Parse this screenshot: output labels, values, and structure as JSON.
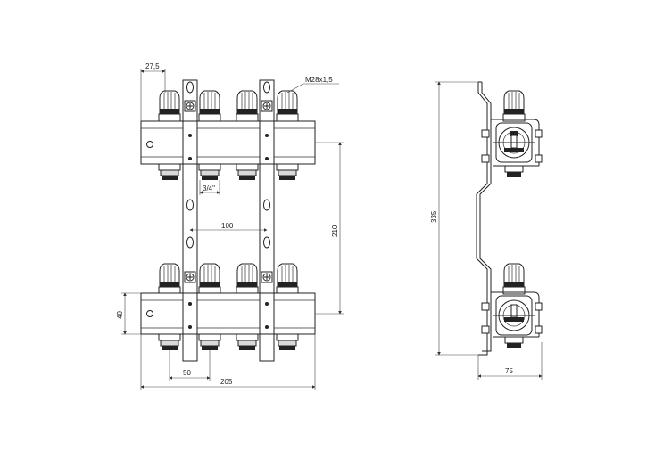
{
  "front_view": {
    "dim_offset": "27,5",
    "dim_thread": "M28x1,5",
    "dim_outlet_thread": "3/4\"",
    "dim_bracket_spacing": "100",
    "dim_height_between_bars": "210",
    "dim_bar_height": "40",
    "dim_outlet_pitch": "50",
    "dim_total_width": "205"
  },
  "side_view": {
    "dim_total_height": "335",
    "dim_depth": "75"
  }
}
